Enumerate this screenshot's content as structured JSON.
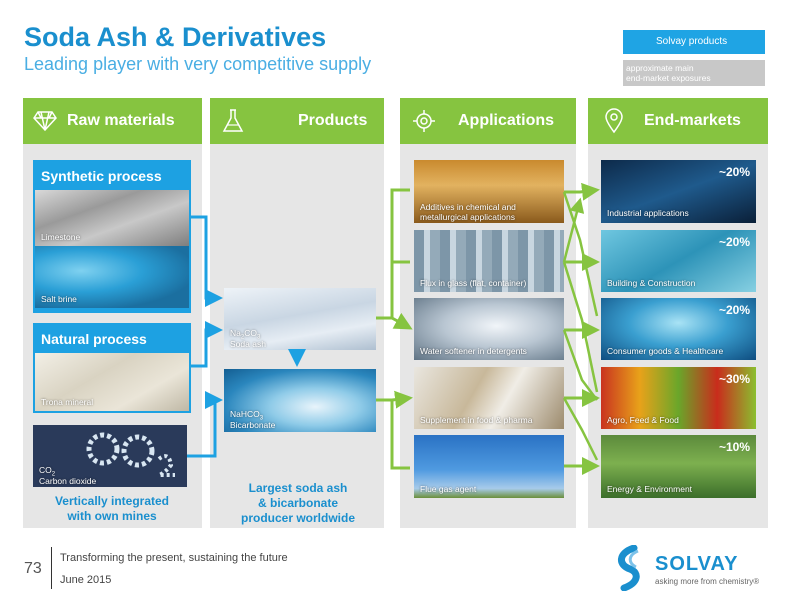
{
  "header": {
    "title": "Soda Ash & Derivatives",
    "subtitle": "Leading player with very competitive supply"
  },
  "legend": {
    "solvay_products": "Solvay products",
    "exposure_line1": "approximate main",
    "exposure_line2": "end-market exposures"
  },
  "columns": {
    "raw_materials": "Raw materials",
    "products": "Products",
    "applications": "Applications",
    "end_markets": "End-markets"
  },
  "raw": {
    "synthetic_title": "Synthetic process",
    "limestone": "Limestone",
    "salt_brine": "Salt brine",
    "natural_title": "Natural process",
    "trona": "Trona mineral",
    "co2": "CO",
    "co2_sub": "2",
    "carbon_dioxide": "Carbon dioxide",
    "bottom_line1": "Vertically integrated",
    "bottom_line2": "with own mines"
  },
  "products": {
    "soda_formula": "Na",
    "soda_sub1": "2",
    "soda_co": "CO",
    "soda_sub2": "3",
    "soda_name": "Soda ash",
    "bicarb_formula": "NaHCO",
    "bicarb_sub": "3",
    "bicarb_name": "Bicarbonate",
    "bottom_line1": "Largest soda ash",
    "bottom_line2": "& bicarbonate",
    "bottom_line3": "producer worldwide"
  },
  "applications": [
    {
      "line1": "Additives in chemical and",
      "line2": "metallurgical applications"
    },
    {
      "line1": "Flux in glass (flat, container)",
      "line2": ""
    },
    {
      "line1": "Water softener in detergents",
      "line2": ""
    },
    {
      "line1": "Supplement in food & pharma",
      "line2": ""
    },
    {
      "line1": "Flue gas agent",
      "line2": ""
    }
  ],
  "end_markets": [
    {
      "label": "Industrial applications",
      "pct": "~20%"
    },
    {
      "label": "Building & Construction",
      "pct": "~20%"
    },
    {
      "label": "Consumer goods & Healthcare",
      "pct": "~20%"
    },
    {
      "label": "Agro, Feed & Food",
      "pct": "~30%"
    },
    {
      "label": "Energy & Environment",
      "pct": "~10%"
    }
  ],
  "footer": {
    "page": "73",
    "tagline": "Transforming the present, sustaining the future",
    "date": "June 2015",
    "logo": "SOLVAY",
    "logo_tag": "asking more from chemistry®"
  },
  "colors": {
    "brand_blue": "#1a8fce",
    "green": "#86c440",
    "frame_blue": "#1da1e2"
  }
}
